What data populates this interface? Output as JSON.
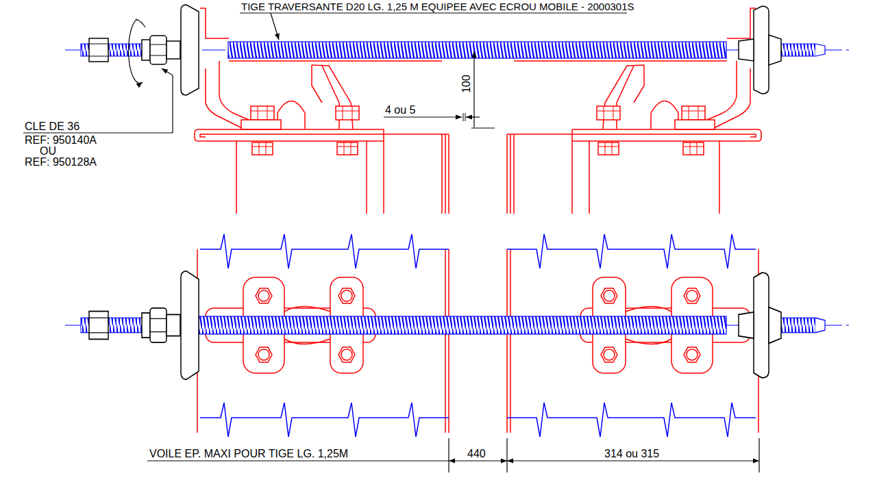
{
  "diagram": {
    "labels": [
      "TIGE TRAVERSANTE D20 LG. 1,25 M EQUIPEE AVEC ECROU MOBILE - 2000301S",
      "CLE DE 36",
      "REF: 950140A",
      "OU",
      "REF: 950128A",
      "100",
      "4 ou 5",
      "VOILE EP. MAXI POUR TIGE LG. 1,25M",
      "440",
      "314 ou 315"
    ]
  }
}
